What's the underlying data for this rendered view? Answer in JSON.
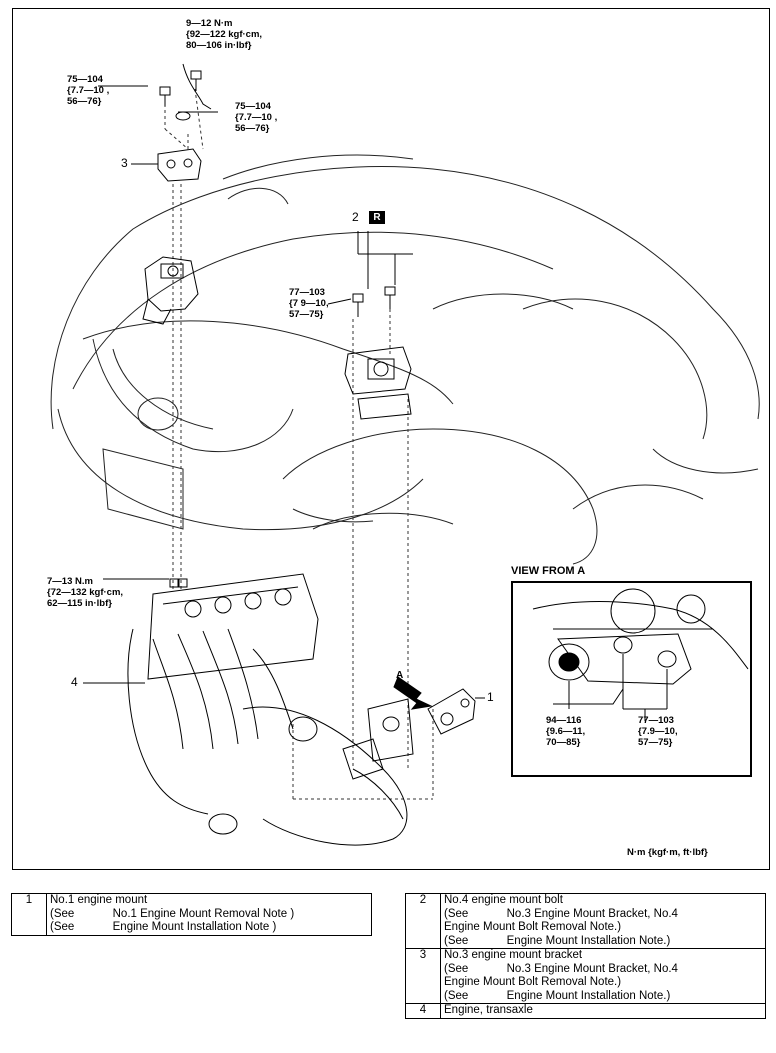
{
  "diagram": {
    "callouts": {
      "c1": "1",
      "c2": "2",
      "c3": "3",
      "c4": "4",
      "r_badge": "R",
      "arrow_a": "A"
    },
    "torques": {
      "t_top": "9—12 N·m\n{92—122 kgf·cm,\n80—106 in·lbf}",
      "t_left": "75—104\n{7.7—10 ,\n56—76}",
      "t_mid": "75—104\n{7.7—10 ,\n56—76}",
      "t_no4": "77—103\n{7 9—10,\n57—75}",
      "t_engine": "7—13 N.m\n{72—132 kgf·cm,\n62—115 in·lbf}",
      "t_view_left": "94—116\n{9.6—11,\n70—85}",
      "t_view_right": "77—103\n{7.9—10,\n57—75}"
    },
    "view_title": "VIEW FROM A",
    "units_note": "N·m {kgf·m, ft·lbf}"
  },
  "legend": {
    "left": [
      {
        "num": "1",
        "lines": [
          "No.1 engine mount",
          "(See            No.1 Engine Mount Removal Note )",
          "(See            Engine Mount Installation Note )"
        ]
      }
    ],
    "right": [
      {
        "num": "2",
        "lines": [
          "No.4 engine mount bolt",
          "(See            No.3 Engine Mount Bracket, No.4",
          "Engine Mount Bolt Removal Note.)",
          "(See            Engine Mount Installation Note.)"
        ]
      },
      {
        "num": "3",
        "lines": [
          "No.3 engine mount bracket",
          "(See            No.3 Engine Mount Bracket, No.4",
          "Engine Mount Bolt Removal Note.)",
          "(See            Engine Mount Installation Note.)"
        ]
      },
      {
        "num": "4",
        "lines": [
          "Engine, transaxle"
        ]
      }
    ]
  }
}
